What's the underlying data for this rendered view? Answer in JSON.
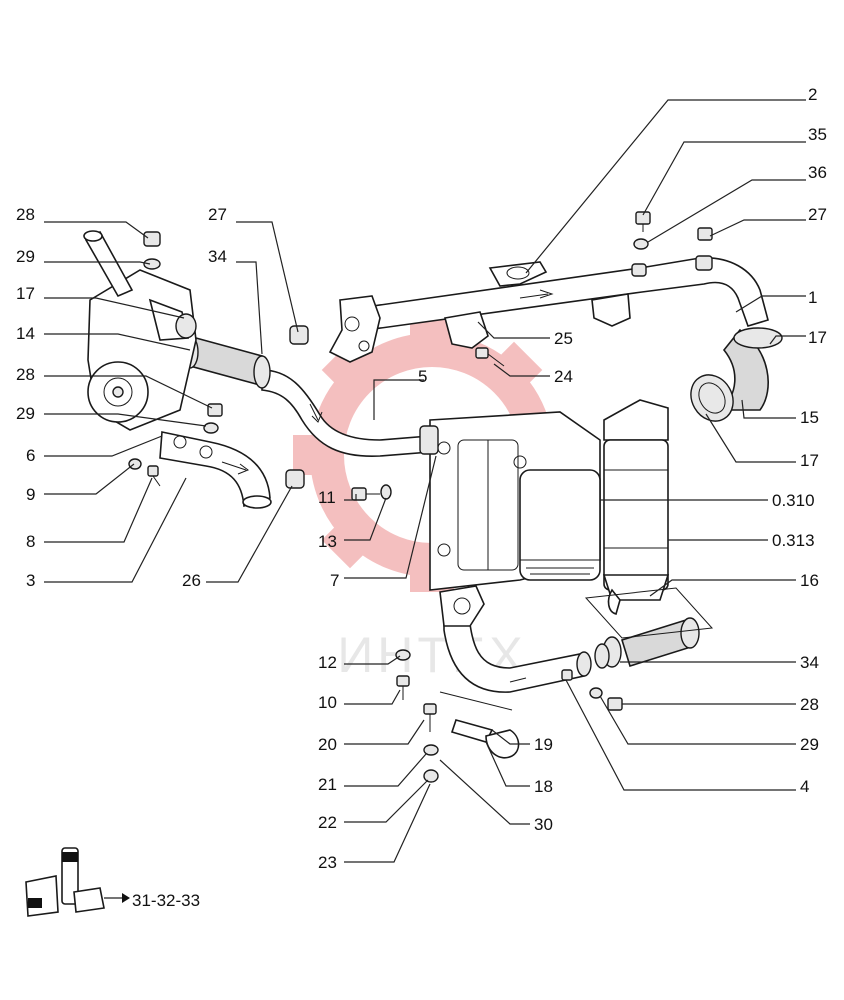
{
  "watermark": {
    "text": "ИНТЕХ",
    "color": "#e24a4a"
  },
  "tools_label": "31-32-33",
  "callouts": [
    {
      "id": "c-2",
      "label": "2"
    },
    {
      "id": "c-35",
      "label": "35"
    },
    {
      "id": "c-36",
      "label": "36"
    },
    {
      "id": "c-27r",
      "label": "27"
    },
    {
      "id": "c-1",
      "label": "1"
    },
    {
      "id": "c-17a",
      "label": "17"
    },
    {
      "id": "c-15",
      "label": "15"
    },
    {
      "id": "c-17b",
      "label": "17"
    },
    {
      "id": "c-0310",
      "label": "0.310"
    },
    {
      "id": "c-0313",
      "label": "0.313"
    },
    {
      "id": "c-16",
      "label": "16"
    },
    {
      "id": "c-34r",
      "label": "34"
    },
    {
      "id": "c-28r",
      "label": "28"
    },
    {
      "id": "c-29r",
      "label": "29"
    },
    {
      "id": "c-4",
      "label": "4"
    },
    {
      "id": "c-25",
      "label": "25"
    },
    {
      "id": "c-24",
      "label": "24"
    },
    {
      "id": "c-5",
      "label": "5"
    },
    {
      "id": "c-27l",
      "label": "27"
    },
    {
      "id": "c-34l",
      "label": "34"
    },
    {
      "id": "c-28a",
      "label": "28"
    },
    {
      "id": "c-29a",
      "label": "29"
    },
    {
      "id": "c-17l",
      "label": "17"
    },
    {
      "id": "c-14",
      "label": "14"
    },
    {
      "id": "c-28b",
      "label": "28"
    },
    {
      "id": "c-29b",
      "label": "29"
    },
    {
      "id": "c-6",
      "label": "6"
    },
    {
      "id": "c-9",
      "label": "9"
    },
    {
      "id": "c-8",
      "label": "8"
    },
    {
      "id": "c-3",
      "label": "3"
    },
    {
      "id": "c-26",
      "label": "26"
    },
    {
      "id": "c-11",
      "label": "11"
    },
    {
      "id": "c-13",
      "label": "13"
    },
    {
      "id": "c-7",
      "label": "7"
    },
    {
      "id": "c-12",
      "label": "12"
    },
    {
      "id": "c-10",
      "label": "10"
    },
    {
      "id": "c-20",
      "label": "20"
    },
    {
      "id": "c-21",
      "label": "21"
    },
    {
      "id": "c-22",
      "label": "22"
    },
    {
      "id": "c-23",
      "label": "23"
    },
    {
      "id": "c-19",
      "label": "19"
    },
    {
      "id": "c-18",
      "label": "18"
    },
    {
      "id": "c-30",
      "label": "30"
    }
  ]
}
